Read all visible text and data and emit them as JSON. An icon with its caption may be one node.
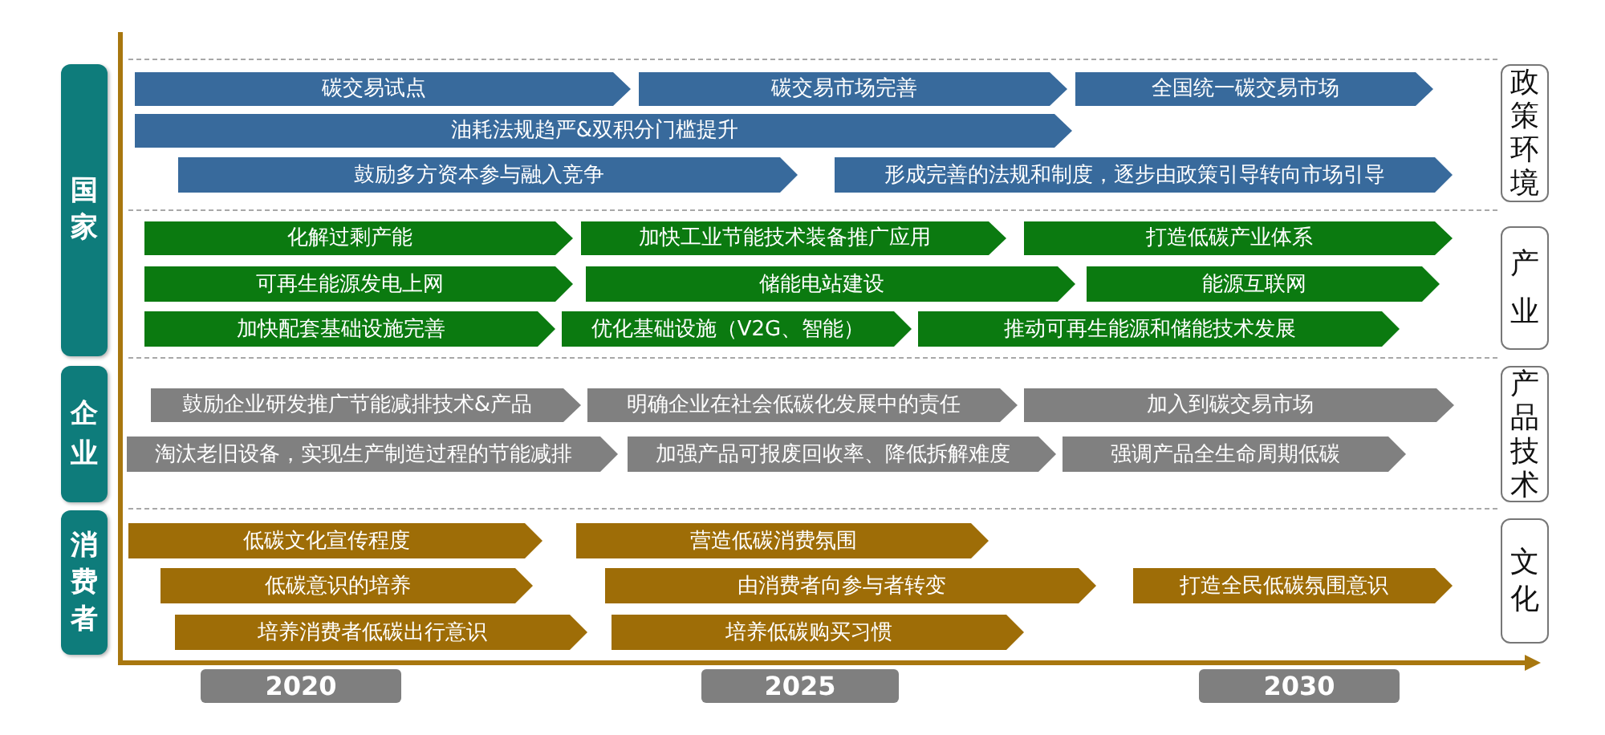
{
  "diagram": {
    "nodes": [
      {
        "text": [
          "国家"
        ]
      },
      {
        "text": [
          "碳交易试点"
        ]
      },
      {
        "text": [
          "碳交易市场完善"
        ]
      },
      {
        "text": [
          "全国统一碳交易市场"
        ]
      },
      {
        "text": [
          "油耗法规趋严&双积分门槛提升"
        ]
      },
      {
        "text": [
          "鼓励多方资本参与融入竞争"
        ]
      },
      {
        "text": [
          "形成完善的法规和制度，逐步由政策引导转向市场引导"
        ]
      },
      {
        "text": [
          "政策环境"
        ]
      },
      {
        "text": [
          "化解过剩产能"
        ]
      },
      {
        "text": [
          "加快工业节能技术装备推广应用"
        ]
      },
      {
        "text": [
          "打造低碳产业体系"
        ]
      },
      {
        "text": [
          "可再生能源发电上网"
        ]
      },
      {
        "text": [
          "储能电站建设"
        ]
      },
      {
        "text": [
          "能源互联网"
        ]
      },
      {
        "text": [
          "加快配套基础设施完善"
        ]
      },
      {
        "text": [
          "优化基础设施（V2G、智能）"
        ]
      },
      {
        "text": [
          "推动可再生能源和储能技术发展"
        ]
      },
      {
        "text": [
          "产业"
        ]
      },
      {
        "text": [
          "企业"
        ]
      },
      {
        "text": [
          "鼓励企业研发推广节能减排技术&产品"
        ]
      },
      {
        "text": [
          "明确企业在社会低碳化发展中的责任"
        ]
      },
      {
        "text": [
          "加入到碳交易市场"
        ]
      },
      {
        "text": [
          "淘汰老旧设备，实现生产制造过程的节能减排"
        ]
      },
      {
        "text": [
          "加强产品可报废回收率、降低拆解难度"
        ]
      },
      {
        "text": [
          "强调产品全生命周期低碳"
        ]
      },
      {
        "text": [
          "产品技术"
        ]
      },
      {
        "text": [
          "消费者"
        ]
      },
      {
        "text": [
          "低碳文化宣传程度"
        ]
      },
      {
        "text": [
          "营造低碳消费氛围"
        ]
      },
      {
        "text": [
          "低碳意识的培养"
        ]
      },
      {
        "text": [
          "由消费者向参与者转变"
        ]
      },
      {
        "text": [
          "打造全民低碳氛围意识"
        ]
      },
      {
        "text": [
          "培养消费者低碳出行意识"
        ]
      },
      {
        "text": [
          "培养低碳购买习惯"
        ]
      },
      {
        "text": [
          "文化"
        ]
      },
      {
        "text": [
          "2020"
        ]
      },
      {
        "text": [
          "2025"
        ]
      },
      {
        "text": [
          "2030"
        ]
      }
    ]
  }
}
